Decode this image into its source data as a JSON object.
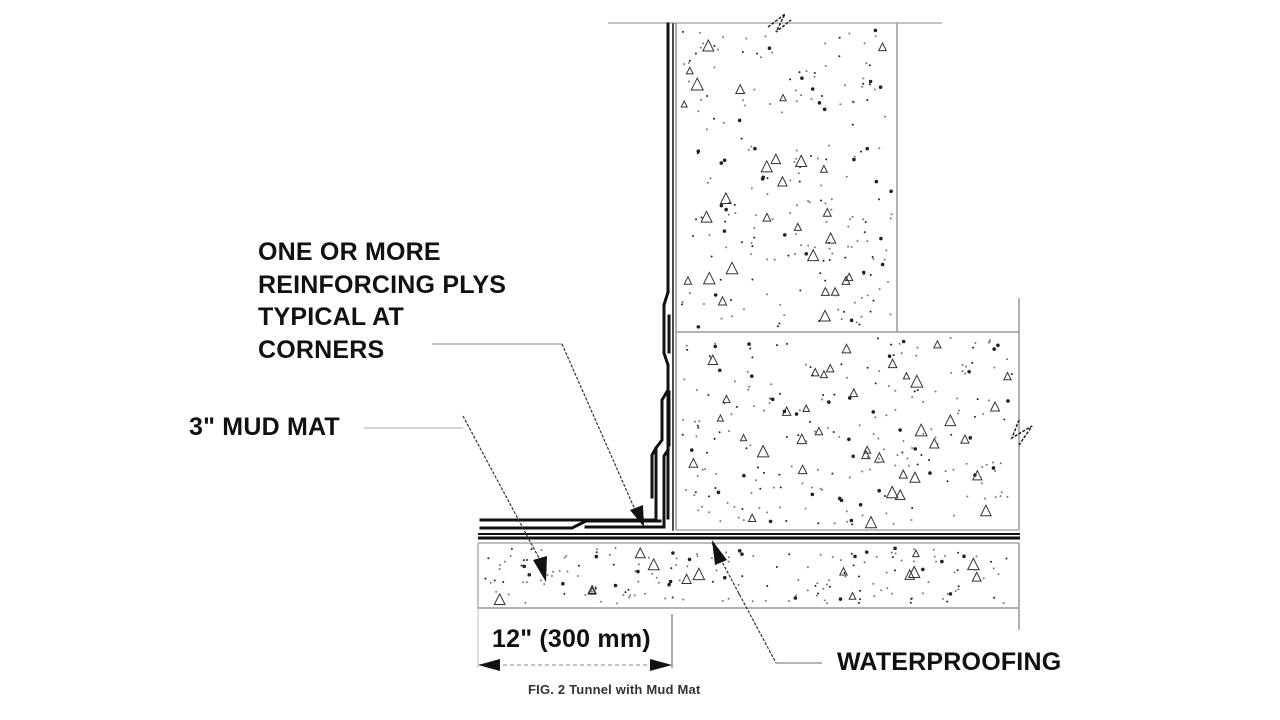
{
  "figure": {
    "caption": "FIG. 2 Tunnel with Mud Mat",
    "title": "Tunnel with Mud Mat",
    "figure_number": "FIG. 2"
  },
  "callouts": {
    "reinforcing_plys": {
      "lines": [
        "ONE OR MORE",
        "REINFORCING PLYS",
        "TYPICAL AT",
        "CORNERS"
      ]
    },
    "mud_mat": "3\" MUD MAT",
    "waterproofing": "WATERPROOFING",
    "dimension": "12\" (300 mm)"
  },
  "elements": {
    "wall": "concrete tunnel wall (upper)",
    "slab": "concrete base slab",
    "mud_mat": "mud mat layer",
    "membrane": "waterproofing membrane",
    "break_symbols": 2
  },
  "colors": {
    "line": "#111111",
    "thin_line": "#9a9a9a",
    "background": "#ffffff",
    "text": "#111111"
  }
}
